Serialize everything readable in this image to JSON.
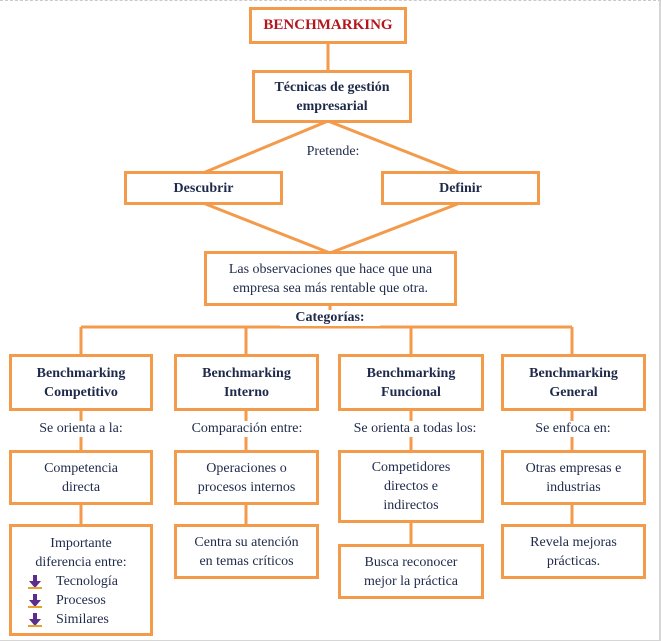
{
  "title": "BENCHMARKING",
  "root": "Técnicas de gestión empresarial",
  "pretende_label": "Pretende:",
  "goals": [
    "Descubrir",
    "Definir"
  ],
  "observation": "Las observaciones que hace que una empresa sea más rentable que otra.",
  "categories_label": "Categorías:",
  "categories": [
    {
      "name": "Benchmarking Competitivo",
      "connector": "Se orienta a la:",
      "detail": "Competencia directa",
      "note_intro": "Importante diferencia entre:",
      "note_items": [
        "Tecnología",
        "Procesos",
        "Similares"
      ]
    },
    {
      "name": "Benchmarking Interno",
      "connector": "Comparación entre:",
      "detail": "Operaciones o procesos internos",
      "note": "Centra su atención en temas críticos"
    },
    {
      "name": "Benchmarking Funcional",
      "connector": "Se orienta a todas los:",
      "detail": "Competidores directos e indirectos",
      "note": "Busca reconocer mejor la práctica"
    },
    {
      "name": "Benchmarking General",
      "connector": "Se enfoca en:",
      "detail": "Otras empresas e industrias",
      "note": "Revela mejoras prácticas."
    }
  ],
  "colors": {
    "box_border": "#f39a4b",
    "title_text": "#b3161c",
    "bullet_arrow": "#5b2d8c"
  }
}
